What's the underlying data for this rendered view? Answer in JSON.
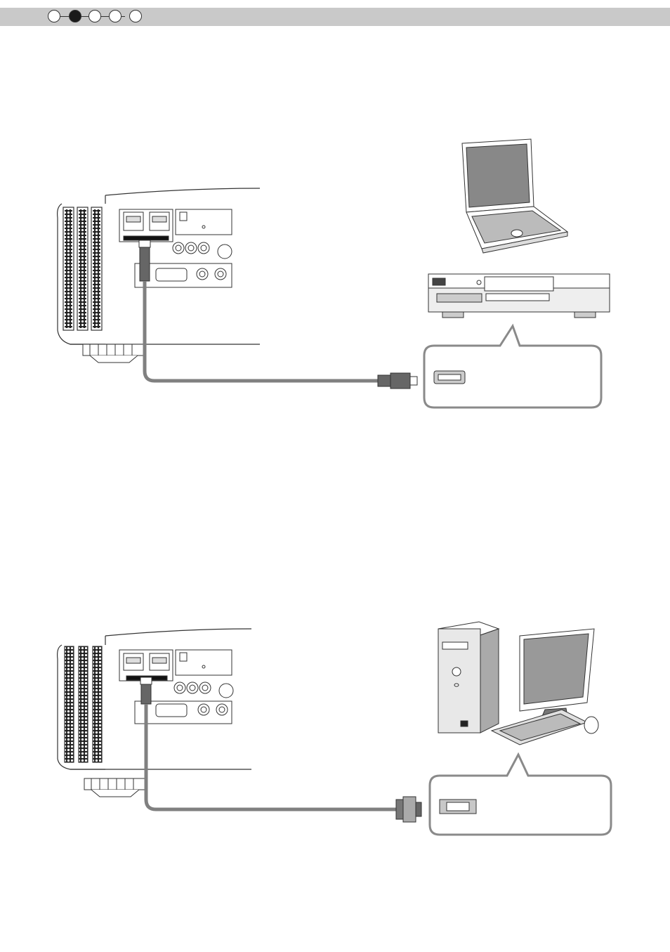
{
  "header": {
    "steps": [
      {
        "index": 1,
        "active": false
      },
      {
        "index": 2,
        "active": true
      },
      {
        "index": 3,
        "active": false
      },
      {
        "index": 4,
        "active": false
      },
      {
        "index": 5,
        "active": false
      }
    ],
    "bar_color": "#c9c9c9"
  },
  "figures": [
    {
      "name": "hdmi-connection",
      "source_devices": [
        "laptop-icon",
        "bd-recorder-icon"
      ],
      "port_icon": "hdmi-port-icon"
    },
    {
      "name": "dvi-connection",
      "source_devices": [
        "desktop-pc-icon"
      ],
      "port_icon": "dvi-port-icon"
    }
  ],
  "colors": {
    "cable": "#808080",
    "outline": "#333333",
    "callout_border": "#8a8a8a"
  }
}
